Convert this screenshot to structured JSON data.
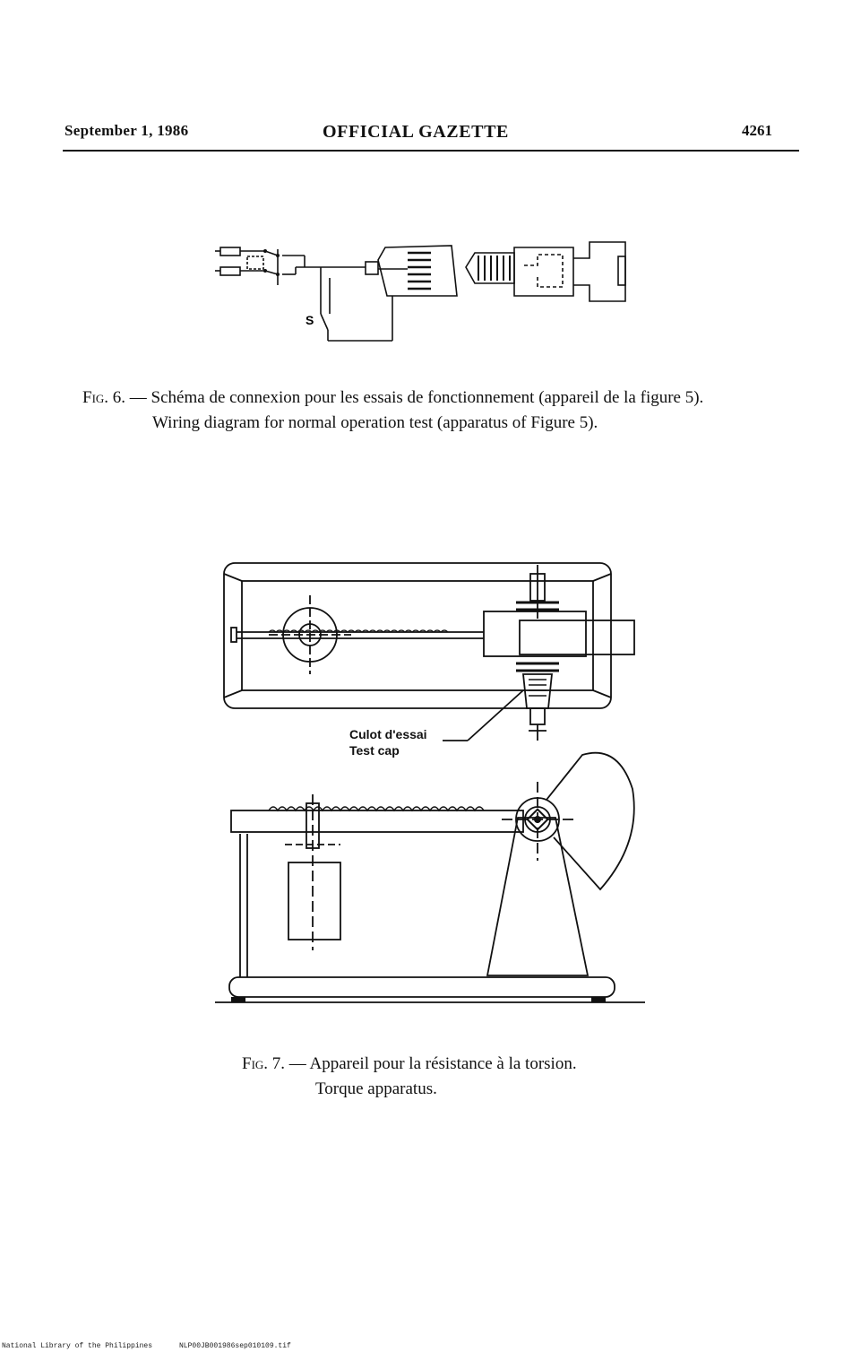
{
  "header": {
    "date": "September 1, 1986",
    "title": "OFFICIAL GAZETTE",
    "page_number": "4261"
  },
  "figure6": {
    "switch_label": "S",
    "caption_label": "Fig. 6. —",
    "caption_fr": "Schéma de connexion pour les essais de fonctionnement (appareil de la figure 5).",
    "caption_en": "Wiring diagram for normal operation test (apparatus of Figure 5)."
  },
  "figure7": {
    "callout_fr": "Culot d'essai",
    "callout_en": "Test cap",
    "caption_label": "Fig. 7. —",
    "caption_fr": "Appareil pour la résistance à la torsion.",
    "caption_en": "Torque apparatus."
  },
  "footer": {
    "library": "National Library of the Philippines",
    "file": "NLP00JB001986sep010109.tif"
  }
}
